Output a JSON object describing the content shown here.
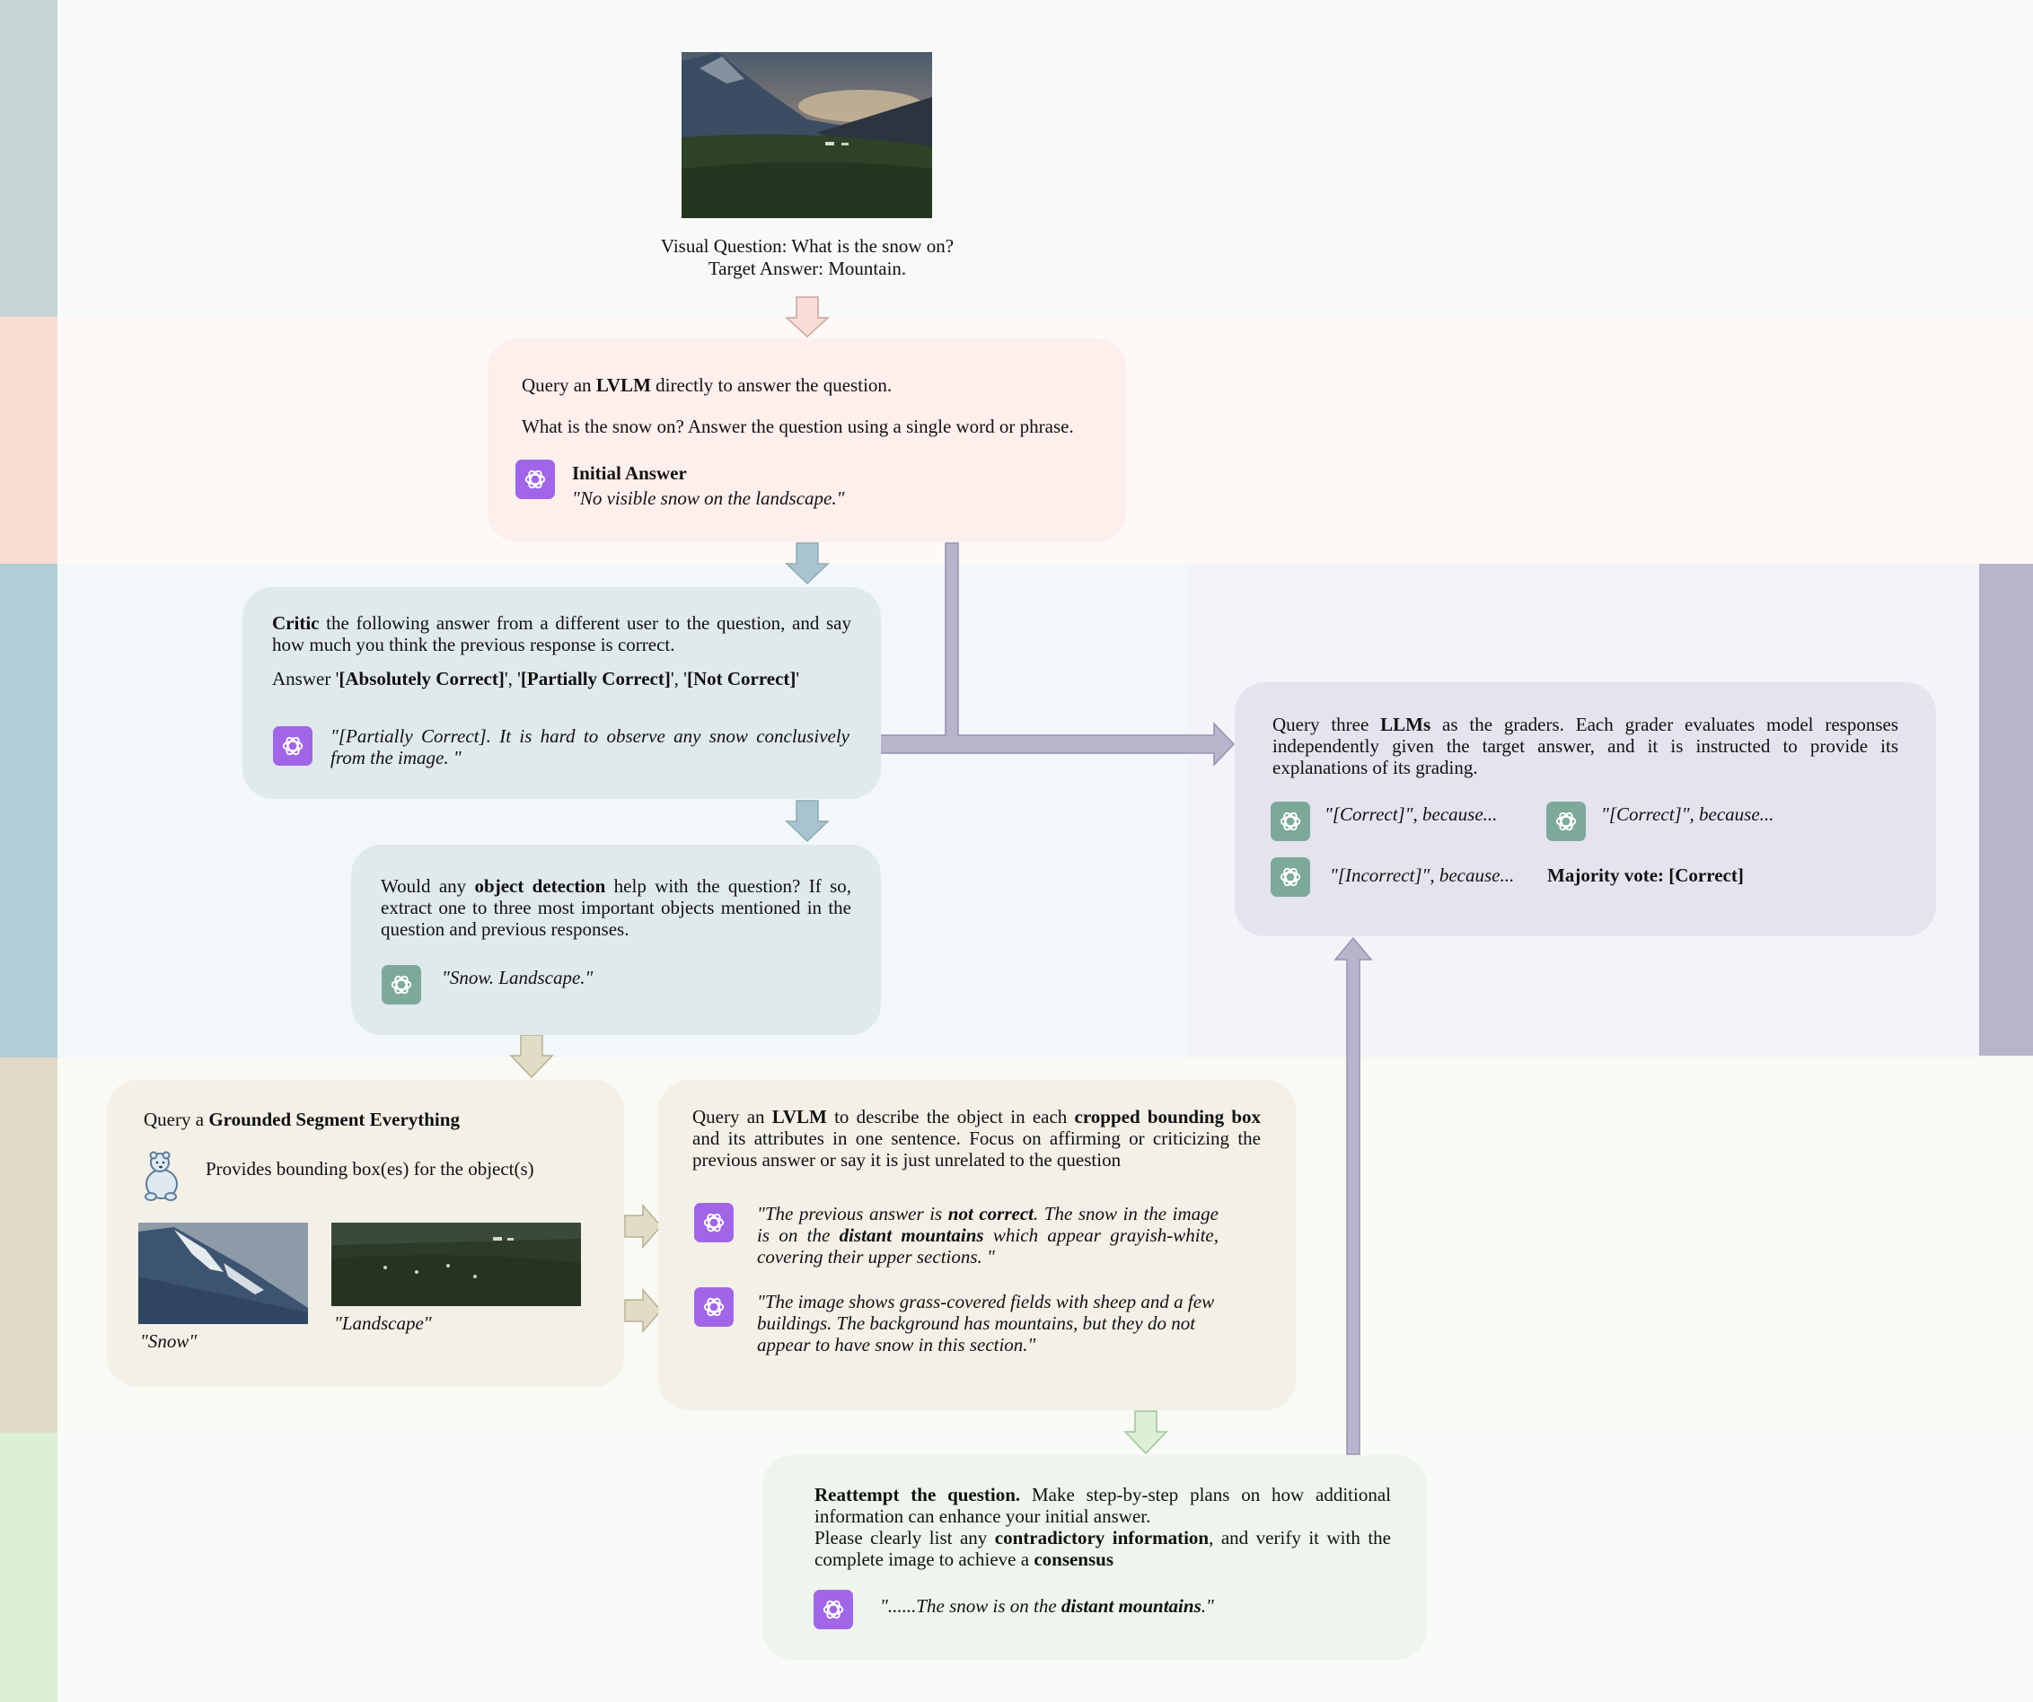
{
  "stage0": {
    "question": "Visual Question: What is the snow on?",
    "target": "Target Answer: Mountain."
  },
  "stage1": {
    "line1_pre": "Query an ",
    "line1_bold": "LVLM",
    "line1_post": " directly to answer the question.",
    "line2": "What is the snow on? Answer the question using a single word or phrase.",
    "answer_title": "Initial Answer",
    "answer_text": "\"No visible snow on the landscape.\""
  },
  "critic": {
    "bold": "Critic",
    "text": " the following answer from a different user to the question, and say how much you think the previous response is correct.",
    "answer_prefix": "Answer '",
    "opt1": "[Absolutely Correct]",
    "sep1": "', '",
    "opt2": "[Partially Correct]",
    "sep2": "', '",
    "opt3": "[Not Correct]",
    "answer_suffix": "'",
    "response": "\"[Partially Correct]. It is hard to observe any snow conclusively from the image. \""
  },
  "detection": {
    "pre": "Would any ",
    "bold": "object detection",
    "post": " help with the question? If so, extract one to three most important objects mentioned in the question and previous responses.",
    "response": "\"Snow. Landscape.\""
  },
  "graders": {
    "pre": "Query three ",
    "bold": "LLMs",
    "post": " as the graders. Each grader evaluates model responses independently given the target answer, and it is instructed to provide its explanations of its grading.",
    "g1": "\"[Correct]\", because...",
    "g2": "\"[Correct]\", because...",
    "g3": "\"[Incorrect]\", because...",
    "vote": "Majority vote: [Correct]"
  },
  "gse": {
    "pre": "Query a ",
    "bold": "Grounded Segment Everything",
    "desc": "Provides bounding box(es) for the object(s)",
    "label1": "\"Snow\"",
    "label2": "\"Landscape\""
  },
  "describe": {
    "pre": "Query an ",
    "bold1": "LVLM",
    "mid": " to describe the object in each ",
    "bold2": "cropped bounding box",
    "post": " and its attributes in one sentence. Focus on affirming or criticizing the previous answer or say it is just unrelated to the question",
    "r1_a": "\"The previous answer is ",
    "r1_b": "not correct",
    "r1_c": ". The snow in the image is on the ",
    "r1_d": "distant mountains",
    "r1_e": " which appear grayish-white, covering their upper sections. \"",
    "r2": "\"The image shows grass-covered fields with sheep and a few buildings. The background has mountains, but they do not appear to have snow in this section.\""
  },
  "reattempt": {
    "bold1": "Reattempt the question.",
    "t1": " Make step-by-step plans on how additional information can enhance your initial answer.",
    "t2": "Please clearly list any ",
    "bold2": "contradictory information",
    "t3": ", and verify it with the complete image to achieve a ",
    "bold3": "consensus",
    "r_a": "\"......The snow is on the ",
    "r_b": "distant mountains",
    "r_c": ".\""
  },
  "colors": {
    "stage0_stripe": "#c5d4d4",
    "stage1_stripe": "#fbdcd5",
    "stage2_stripe": "#b3cdd6",
    "stage3_stripe": "#e1dac7",
    "stage4_stripe": "#dcefd7",
    "grader_stripe": "#b8b4cc",
    "gpt_purple": "#a166e8",
    "gpt_teal": "#7da99b"
  }
}
